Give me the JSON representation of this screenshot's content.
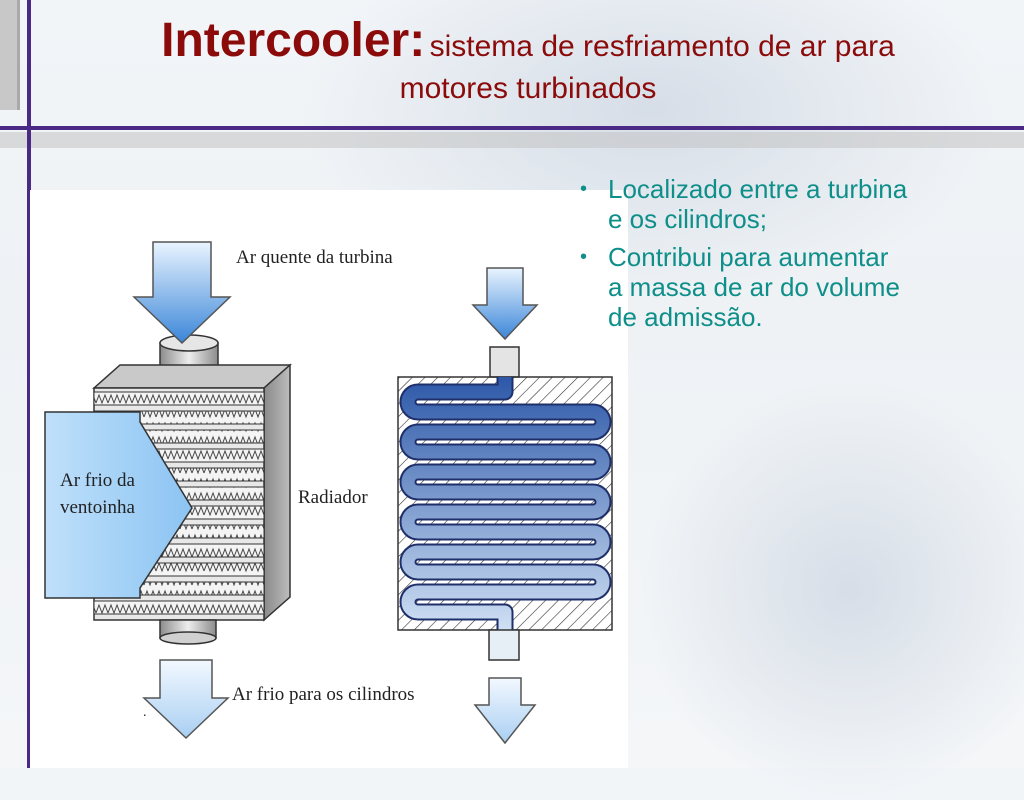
{
  "slide": {
    "title_main": "Intercooler:",
    "title_sub_line1": "sistema de resfriamento de ar para",
    "title_sub_line2": "motores turbinados",
    "title_color": "#8b0a0a",
    "accent_color": "#4b2a86",
    "bullet_color": "#0f8f8a"
  },
  "bullets": [
    {
      "symbol": "•",
      "text_line1": "Localizado entre a turbina",
      "text_line2": "e os cilindros;"
    },
    {
      "symbol": "•",
      "text_line1": "Contribui para aumentar",
      "text_line2": "a massa de ar do volume",
      "text_line3": "de admissão."
    }
  ],
  "diagram": {
    "label_hot_air": "Ar quente da turbina",
    "label_fan_line1": "Ar frio da",
    "label_fan_line2": "ventoinha",
    "label_radiator": "Radiador",
    "label_cold_air": "Ar frio para os cilindros",
    "stray_mark": "."
  }
}
